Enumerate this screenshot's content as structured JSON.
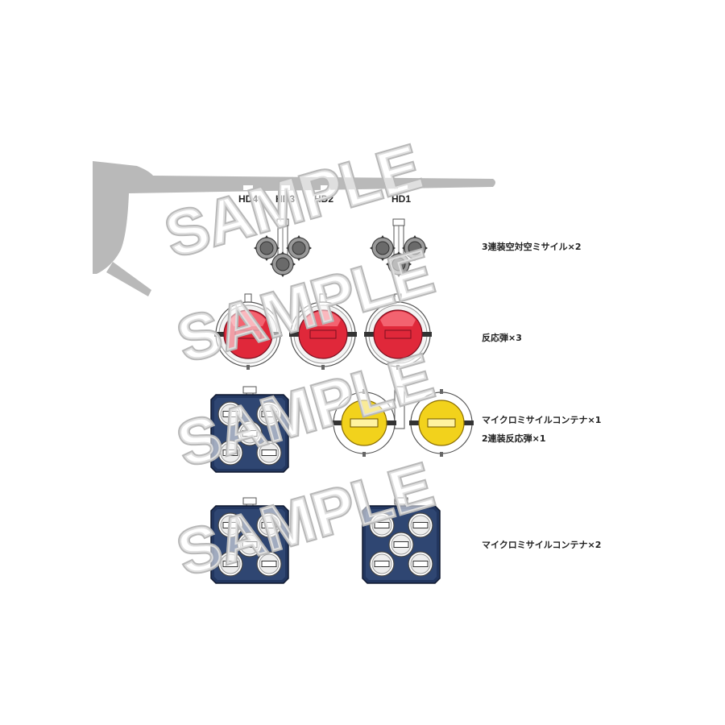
{
  "hardpoints": [
    "HD4",
    "HD3",
    "HD2",
    "HD1"
  ],
  "labels": {
    "row1": "3連装空対空ミサイル×2",
    "row2": "反応弾×3",
    "row3a": "マイクロミサイルコンテナ×1",
    "row3b": "2連装反応弾×1",
    "row4": "マイクロミサイルコンテナ×2"
  },
  "watermark": "SAMPLE",
  "colors": {
    "arm": "#b9b9b9",
    "red": "#e0283a",
    "yellow": "#f2d21c",
    "navy": "#22365f",
    "gray_missile": "#777777"
  }
}
